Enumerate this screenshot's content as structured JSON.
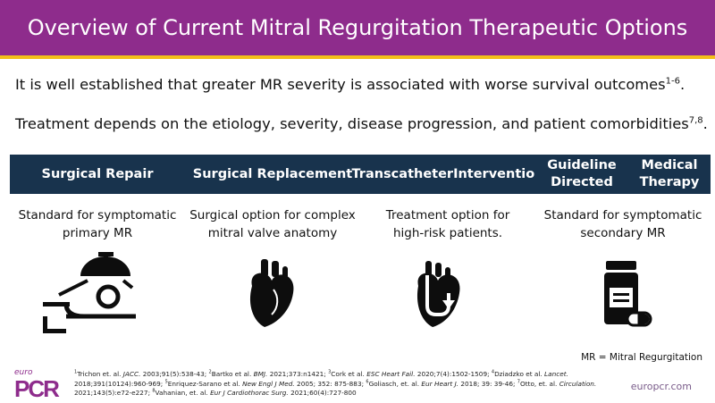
{
  "header": {
    "title": "Overview of Current Mitral Regurgitation Therapeutic Options"
  },
  "statements": [
    {
      "text": "It is well established that greater MR severity is associated with worse survival outcomes",
      "sup": "1-6",
      "tail": "."
    },
    {
      "text": "Treatment depends on the etiology, severity, disease progression, and patient comorbidities",
      "sup": "7,8",
      "tail": "."
    }
  ],
  "options": [
    {
      "title": "Surgical Repair",
      "desc_line1": "Standard for symptomatic",
      "desc_line2": "primary MR",
      "icon": "surgical-lamp-icon"
    },
    {
      "title": "Surgical Replacement",
      "desc_line1": "Surgical option for complex",
      "desc_line2": "mitral valve anatomy",
      "icon": "heart-icon"
    },
    {
      "title_line1": "Transcatheter",
      "title_line2": "Intervention",
      "desc_line1": "Treatment option for",
      "desc_line2": "high-risk patients.",
      "icon": "transcatheter-heart-icon"
    },
    {
      "title_line1": "Guideline Directed",
      "title_line2": "Medical Therapy",
      "desc_line1": "Standard for symptomatic",
      "desc_line2": "secondary MR",
      "icon": "medication-icon"
    }
  ],
  "legend_note": "MR = Mitral Regurgitation",
  "logo": {
    "small": "euro",
    "main": "PCR"
  },
  "website": "europcr.com",
  "references": {
    "r1n": "1",
    "r1": "Trichon et. al. ",
    "r1j": "JACC.",
    "r1c": " 2003;91(5):538-43; ",
    "r2n": "2",
    "r2": "Bartko et al. ",
    "r2j": "BMJ.",
    "r2c": " 2021;373:n1421; ",
    "r3n": "3",
    "r3": "Cork et al. ",
    "r3j": "ESC Heart Fail.",
    "r3c": " 2020;7(4):1502-1509; ",
    "r4n": "4",
    "r4": "Dziadzko et al. ",
    "r4j": "Lancet.",
    "r4c": " 2018;391(10124):960-969;",
    "r5n": "5",
    "r5": "Enriquez-Sarano et al. ",
    "r5j": "New Engl J Med.",
    "r5c": " 2005; 352: 875-883; ",
    "r6n": "6",
    "r6": "Goliasch, et. al. ",
    "r6j": "Eur Heart J.",
    "r6c": " 2018; 39: 39-46; ",
    "r7n": "7",
    "r7": "Otto, et. al. ",
    "r7j": "Circulation.",
    "r7c": " 2021;143(5):e72-e227; ",
    "r8n": "8",
    "r8": "Vahanian, et. al. ",
    "r8j": "Eur J Cardiothorac Surg.",
    "r8c": " 2021;60(4):727-800"
  },
  "colors": {
    "header": "#8e2c8c",
    "header_rule": "#f2bf1a",
    "card": "#18334d",
    "icon": "#0d0d0d"
  }
}
